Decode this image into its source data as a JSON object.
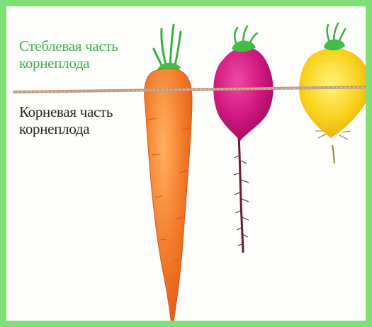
{
  "labels": {
    "stem_line1": "Стеблевая часть",
    "stem_line2": "корнеплода",
    "root_line1": "Корневая часть",
    "root_line2": "корнеплода"
  },
  "colors": {
    "frame": "#7fe07a",
    "stem_text": "#3fae52",
    "root_text": "#2a2524",
    "boundary_line": "#b59a7c",
    "carrot": "#f07a2a",
    "beet": "#d0157e",
    "turnip": "#f8cf1a",
    "leaves": "#3fbd45"
  },
  "items": [
    {
      "id": "carrot",
      "icon": "carrot-icon"
    },
    {
      "id": "beet",
      "icon": "beet-icon"
    },
    {
      "id": "turnip",
      "icon": "turnip-icon"
    }
  ]
}
